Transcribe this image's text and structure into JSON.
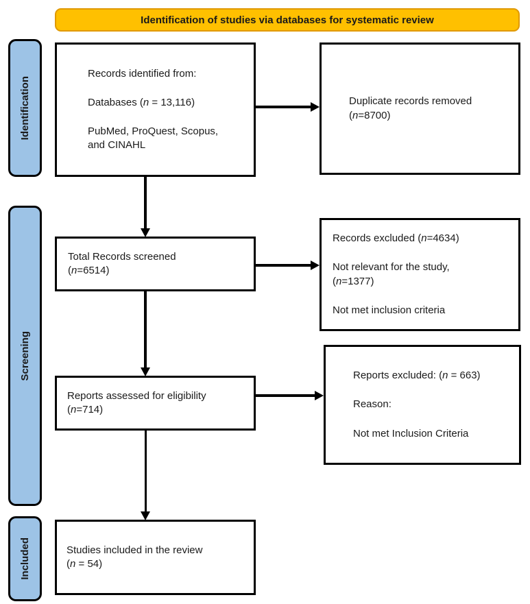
{
  "banner": {
    "label": "Identification of studies via databases for systematic review"
  },
  "stages": {
    "identification": "Identification",
    "screening": "Screening",
    "included": "Included"
  },
  "boxes": {
    "records_identified": {
      "lines": [
        "Records identified from:",
        "Databases (n = 13,116)",
        "PubMed, ProQuest, Scopus,\nand CINAHL"
      ]
    },
    "duplicates_removed": {
      "lines": [
        "Duplicate records removed\n(n=8700)"
      ]
    },
    "records_screened": {
      "lines": [
        "Total Records screened\n(n=6514)"
      ]
    },
    "records_excluded": {
      "lines": [
        "Records excluded (n=4634)",
        "Not relevant for the study,\n(n=1377)",
        "Not met inclusion criteria"
      ]
    },
    "reports_assessed": {
      "lines": [
        "Reports assessed for eligibility\n(n=714)"
      ]
    },
    "reports_excluded": {
      "lines": [
        "Reports excluded: (n = 663)",
        "Reason:",
        "Not met Inclusion Criteria"
      ]
    },
    "studies_included": {
      "lines": [
        "Studies included in the review\n(n = 54)"
      ]
    }
  },
  "colors": {
    "banner_fill": "#FFC000",
    "banner_border": "#E09900",
    "stage_fill": "#9DC3E6",
    "stage_border": "#000000",
    "box_border": "#000000",
    "arrow_color": "#000000",
    "text_color": "#1A1A1A"
  }
}
